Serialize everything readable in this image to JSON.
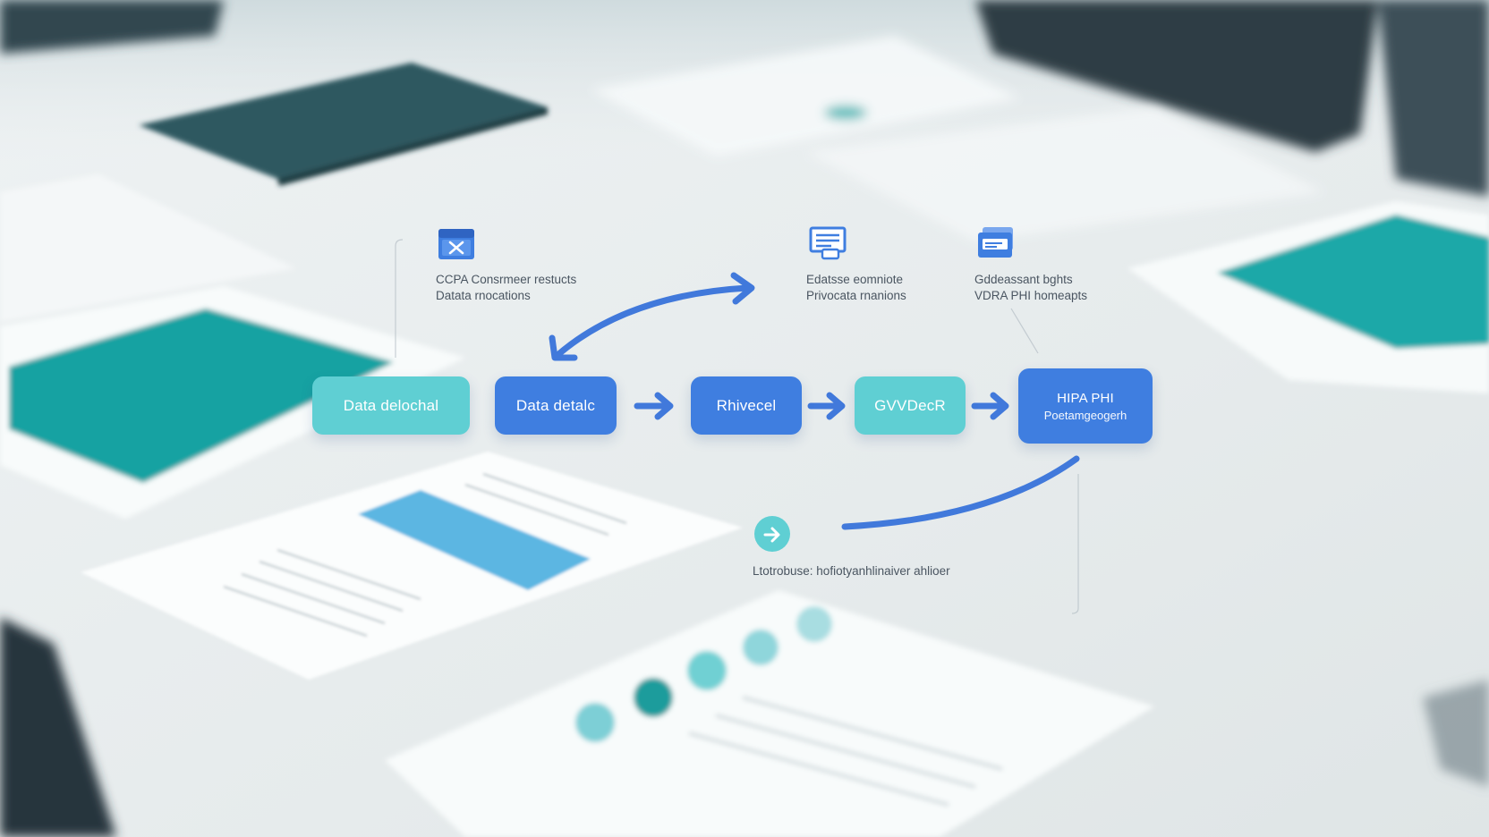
{
  "colors": {
    "teal": "#5fcfd3",
    "blue": "#3f7ee0",
    "arrow": "#4179db",
    "caption": "#4a5561"
  },
  "nodes": [
    {
      "line1": "Data delochal",
      "line2": "",
      "color": "teal"
    },
    {
      "line1": "Data detalc",
      "line2": "",
      "color": "blue"
    },
    {
      "line1": "Rhivecel",
      "line2": "",
      "color": "blue"
    },
    {
      "line1": "GVVDecR",
      "line2": "",
      "color": "teal"
    },
    {
      "line1": "HIPA PHI",
      "line2": "Poetamgeogerh",
      "color": "blue"
    }
  ],
  "annotations": [
    {
      "icon": "document-x-icon",
      "line1": "CCPA Consrmeer restucts",
      "line2": "Datata rnocations"
    },
    {
      "icon": "document-list-icon",
      "line1": "Edatsse eomniote",
      "line2": "Privocata rnanions"
    },
    {
      "icon": "folder-card-icon",
      "line1": "Gddeassant bghts",
      "line2": "VDRA PHI homeapts"
    }
  ],
  "bottom_note": {
    "icon": "arrow-right-circle-icon",
    "text": "Ltotrobuse: hofiotyanhlinaiver ahlioer"
  }
}
